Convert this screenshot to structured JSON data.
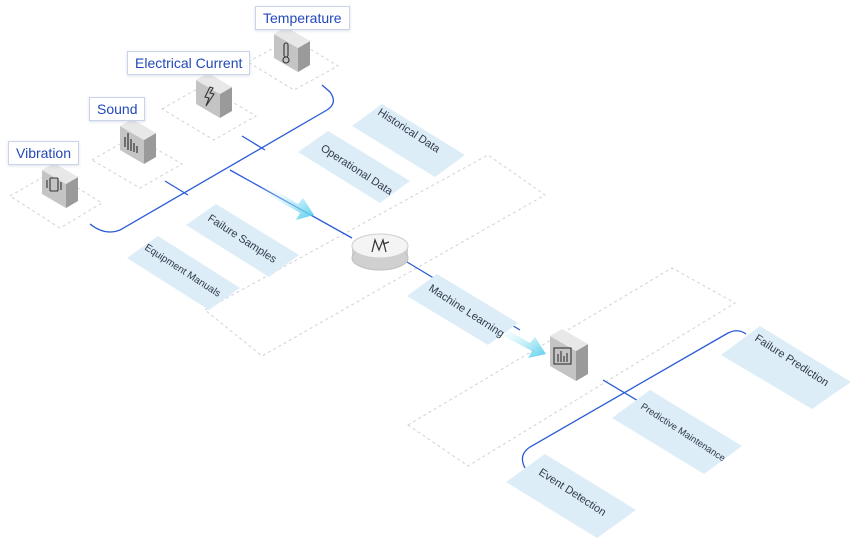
{
  "colors": {
    "line_blue": "#2a5bd7",
    "plate_fill": "#dcedf8",
    "dashed_outline": "#c9ccd4",
    "label_text": "#2348b8",
    "arrow_cyan": "#5fd0ee"
  },
  "sensors": [
    {
      "label": "Vibration",
      "icon": "vibration-icon"
    },
    {
      "label": "Sound",
      "icon": "sound-wave-icon"
    },
    {
      "label": "Electrical Current",
      "icon": "lightning-icon"
    },
    {
      "label": "Temperature",
      "icon": "thermometer-icon"
    }
  ],
  "data_sources": {
    "historical": "Historical Data",
    "operational": "Operational Data",
    "failure_samples": "Failure Samples",
    "equipment_manuals": "Equipment Manuals"
  },
  "processing": {
    "hub_icon": "signal-hub-icon",
    "machine_learning": "Machine Learning",
    "monitor_icon": "monitor-chart-icon"
  },
  "outputs": {
    "failure_prediction": "Failure Prediction",
    "predictive_maintenance": "Predictive Maintenance",
    "event_detection": "Event Detection"
  }
}
